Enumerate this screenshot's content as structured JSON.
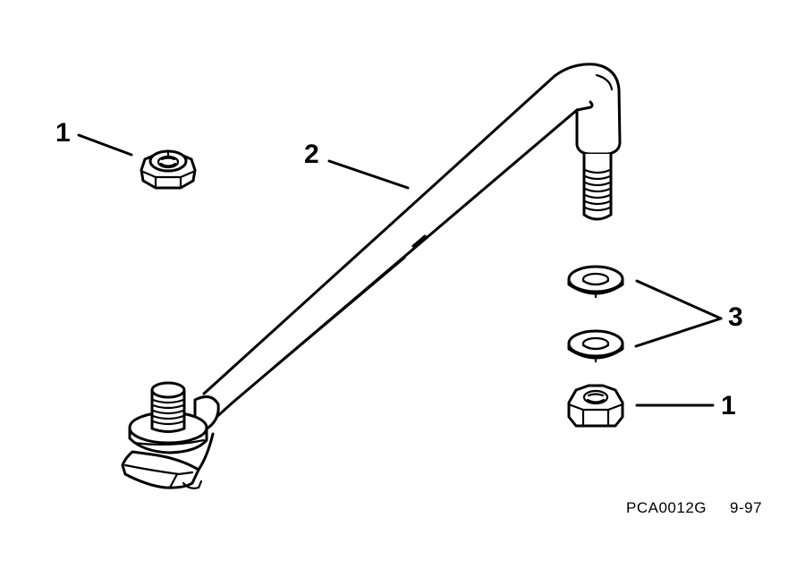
{
  "diagram": {
    "type": "exploded-parts-view",
    "background": "#ffffff",
    "ink": "#000000",
    "callouts": [
      {
        "id": "c1-top",
        "label": "1",
        "part": "locknut (nylon insert)"
      },
      {
        "id": "c2",
        "label": "2",
        "part": "steering link rod"
      },
      {
        "id": "c3",
        "label": "3",
        "part": "flat washers (x2)"
      },
      {
        "id": "c1-bottom",
        "label": "1",
        "part": "locknut"
      }
    ],
    "figure_ref": {
      "code": "PCA0012G",
      "date": "9-97"
    }
  }
}
